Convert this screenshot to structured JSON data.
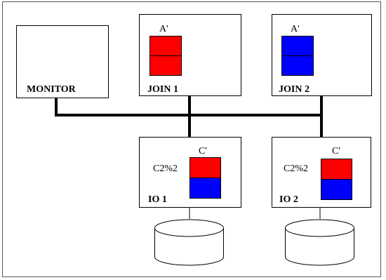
{
  "diagram": {
    "monitor": {
      "label": "MONITOR"
    },
    "join1": {
      "label": "JOIN 1",
      "partition_label": "A'"
    },
    "join2": {
      "label": "JOIN 2",
      "partition_label": "A'"
    },
    "io1": {
      "label": "IO 1",
      "partition_label": "C'",
      "hash_label": "C2%2"
    },
    "io2": {
      "label": "IO 2",
      "partition_label": "C'",
      "hash_label": "C2%2"
    }
  },
  "colors": {
    "red": "#ff0000",
    "blue": "#0000ff",
    "line": "#000000",
    "frame": "#555555"
  }
}
